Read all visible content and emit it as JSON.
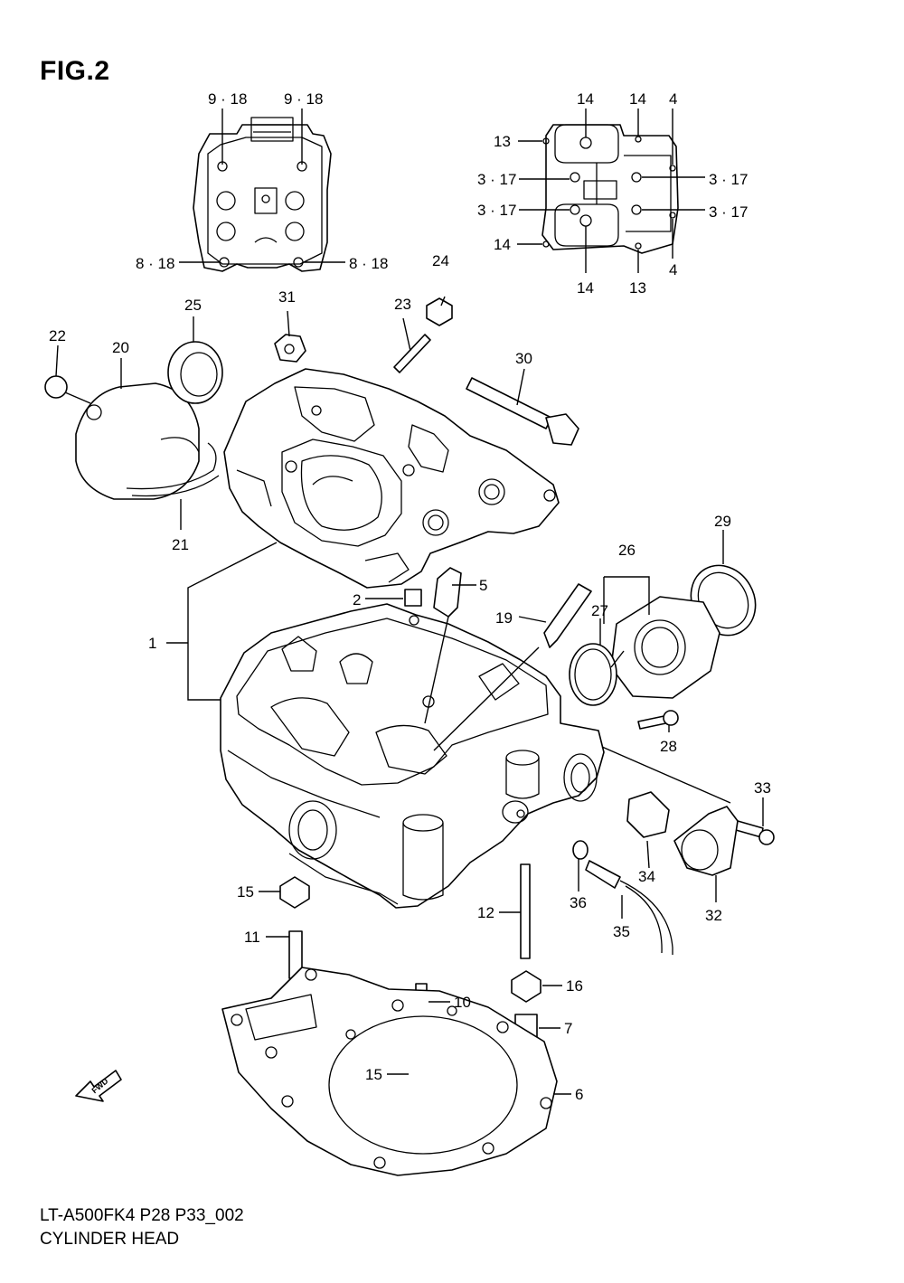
{
  "figure": {
    "title": "FIG.2"
  },
  "footer": {
    "code": "LT-A500FK4 P28 P33_002",
    "name": "CYLINDER HEAD"
  },
  "fwd_arrow": {
    "label": "FWD"
  },
  "callouts": [
    "9 · 18",
    "9 · 18",
    "8 · 18",
    "8 · 18",
    "14",
    "14",
    "4",
    "13",
    "3 · 17",
    "3 · 17",
    "3 · 17",
    "3 · 17",
    "14",
    "4",
    "14",
    "13",
    "24",
    "23",
    "31",
    "25",
    "22",
    "20",
    "30",
    "21",
    "29",
    "26",
    "27",
    "5",
    "2",
    "19",
    "1",
    "28",
    "33",
    "34",
    "32",
    "36",
    "35",
    "15",
    "11",
    "12",
    "16",
    "7",
    "10",
    "15",
    "6"
  ]
}
